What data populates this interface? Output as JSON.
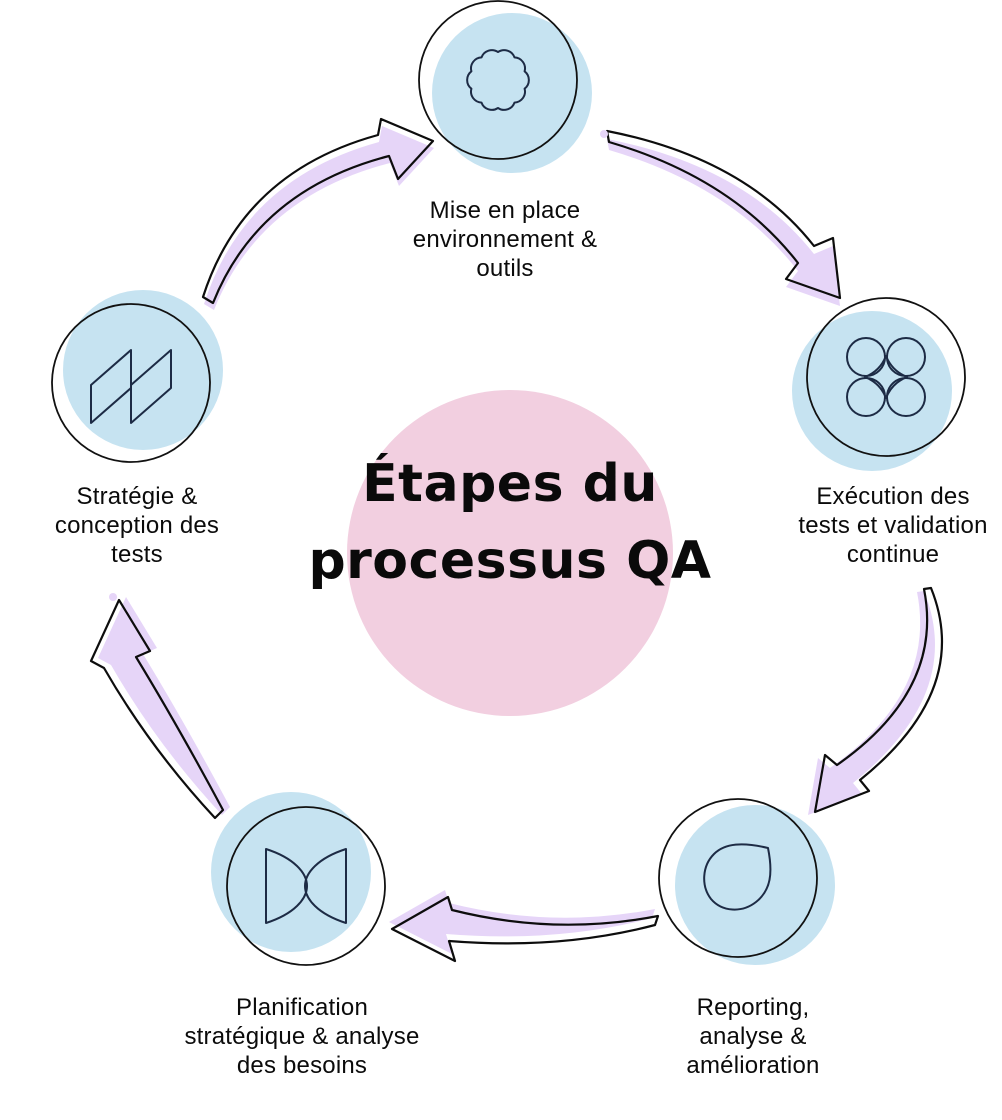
{
  "diagram": {
    "title": "Étapes du\nprocessus QA",
    "nodes": [
      {
        "position": "top",
        "label": "Mise en place\nenvironnement &\noutils",
        "icon": "scalloped-flower-icon"
      },
      {
        "position": "right",
        "label": "Exécution des\ntests et validation\ncontinue",
        "icon": "four-petal-clover-icon"
      },
      {
        "position": "bottom-right",
        "label": "Reporting,\nanalyse &\namélioration",
        "icon": "teardrop-leaf-icon"
      },
      {
        "position": "bottom-left",
        "label": "Planification\nstratégique & analyse\ndes besoins",
        "icon": "lens-butterfly-icon"
      },
      {
        "position": "left",
        "label": "Stratégie &\nconception des\ntests",
        "icon": "double-parallelogram-icon"
      }
    ],
    "flow": [
      "left → top",
      "top → right",
      "right → bottom-right",
      "bottom-right → bottom-left",
      "bottom-left → left"
    ],
    "colors": {
      "center_circle": "#F2CFE0",
      "node_fill": "#C6E3F1",
      "arrow_fill": "#E6D5F8",
      "outline": "#0d0d0d",
      "icon_stroke": "#1d2b45",
      "text": "#0b0b0b"
    }
  }
}
